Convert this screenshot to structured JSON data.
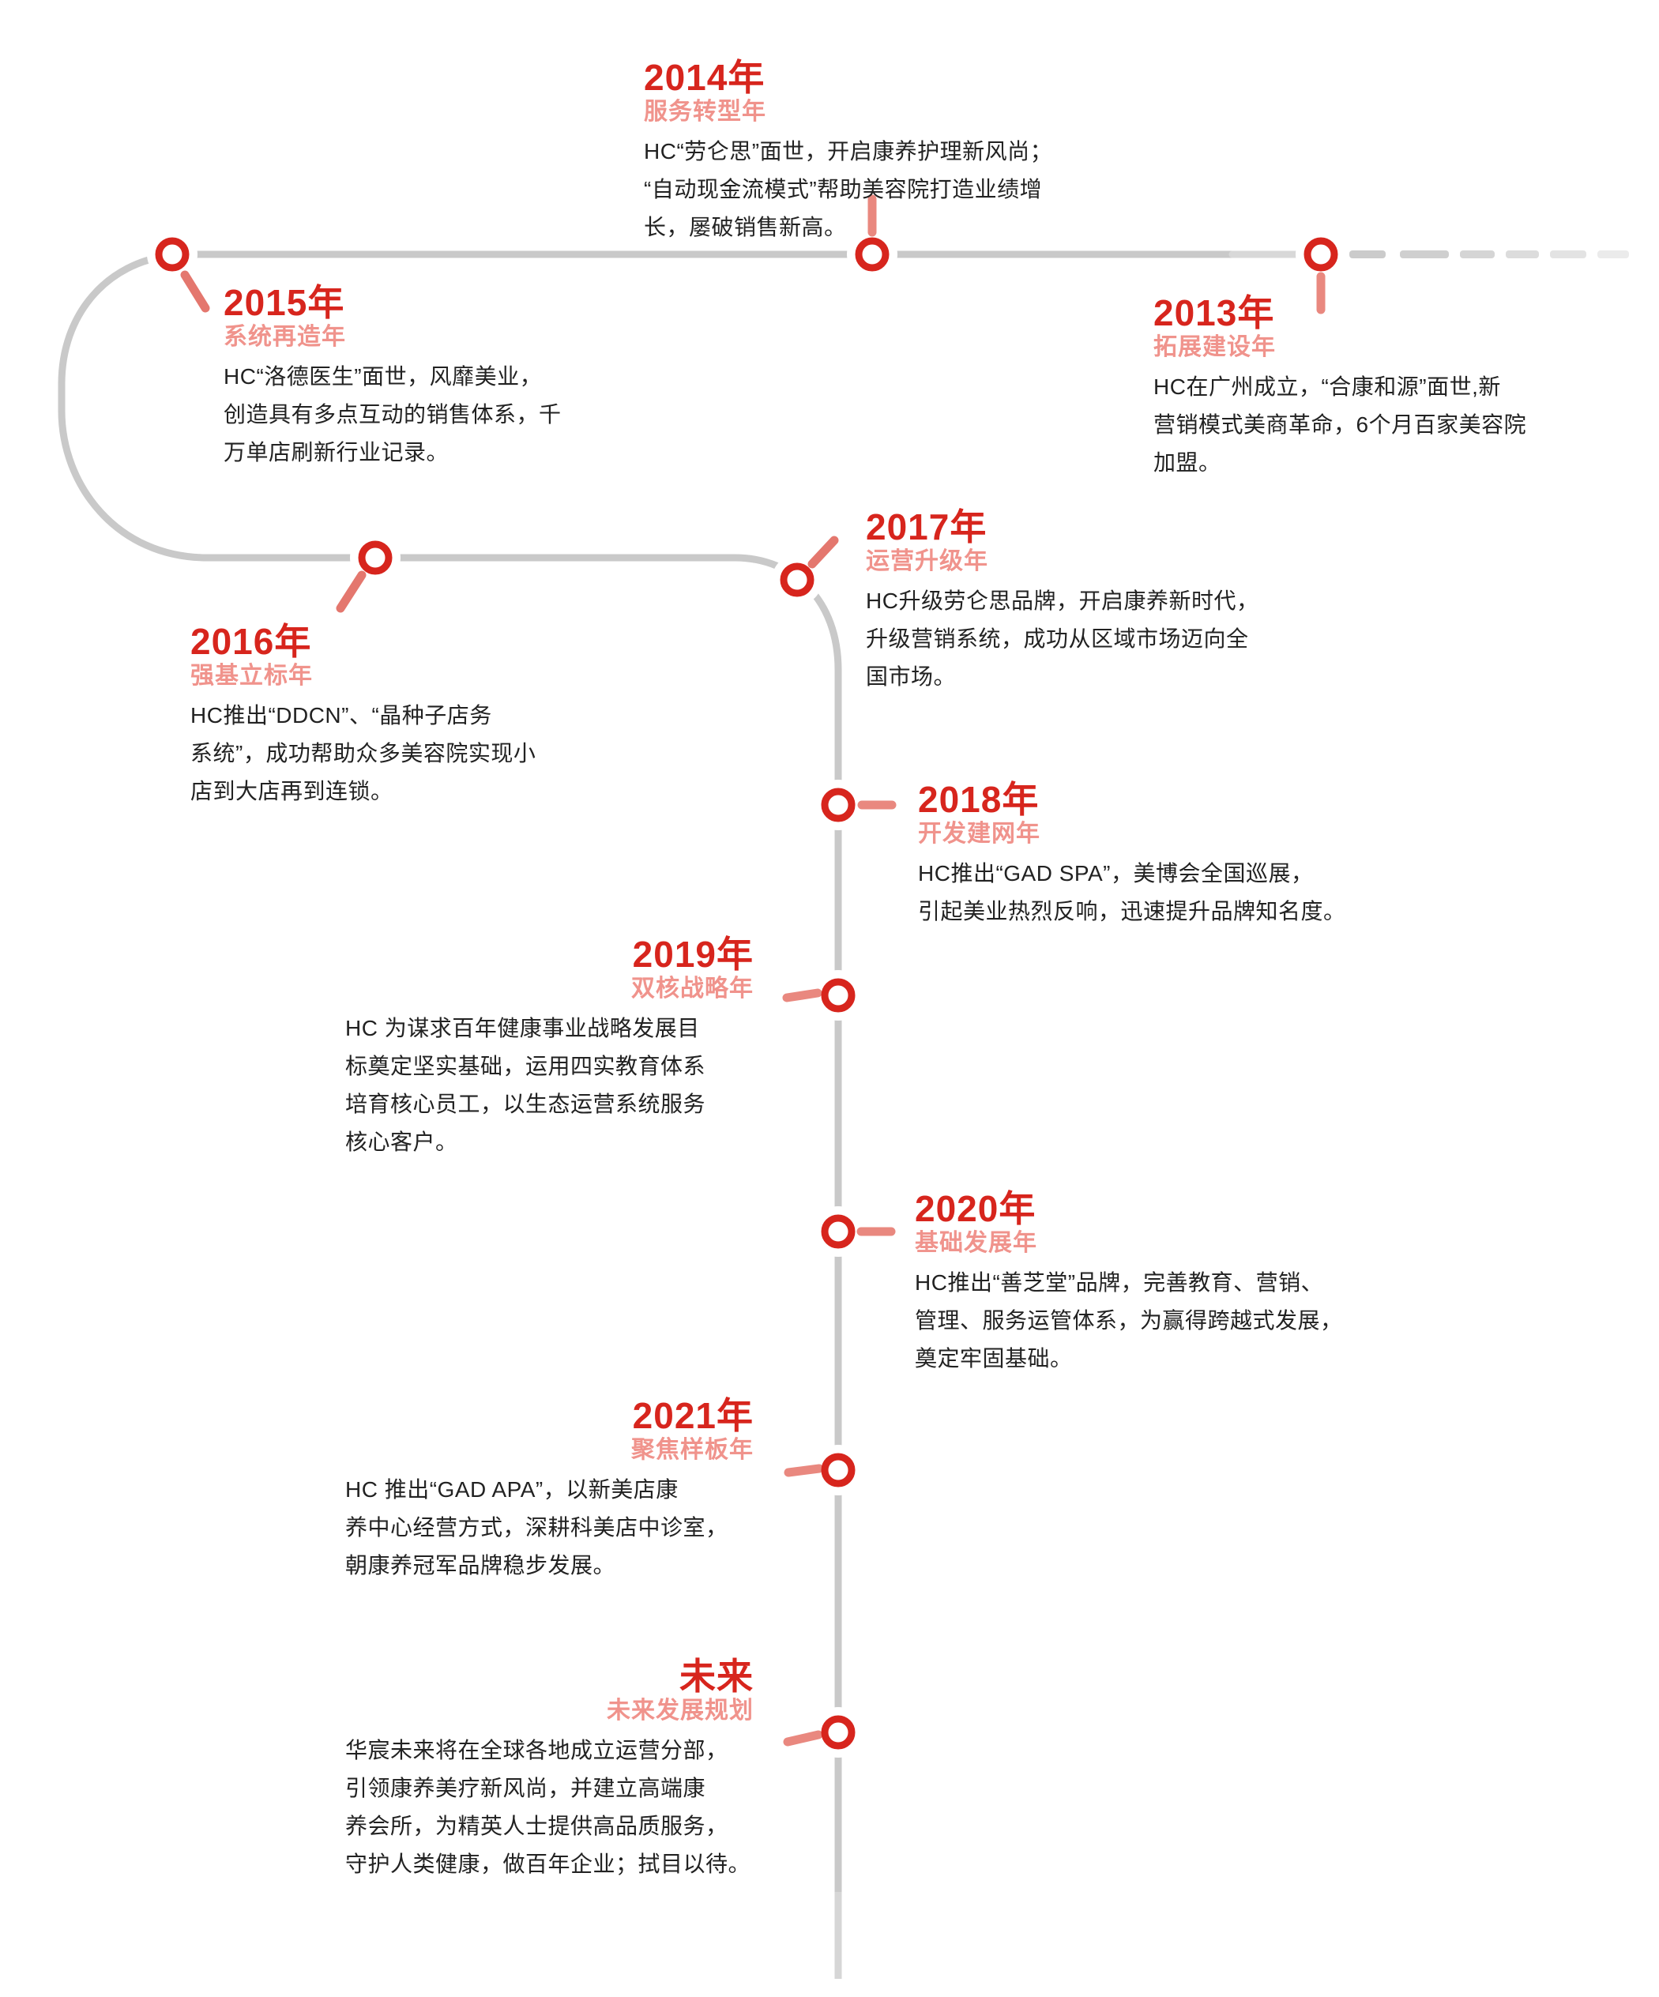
{
  "page": {
    "background": "#ffffff",
    "description_type": "company milestone timeline"
  },
  "colors": {
    "accent_red": "#d7251d",
    "subtitle_pink": "#f0938c",
    "tick_pink": "#e9887f",
    "line_gray": "#c9c9c9",
    "line_gray_light": "#d8d8d8",
    "body_text": "#222222"
  },
  "timeline": {
    "items": [
      {
        "id": "2013",
        "year": "2013年",
        "theme": "拓展建设年",
        "body_lines": {
          "0": "HC在广州成立，“合康和源”面世,新",
          "1": "营销模式美商革命，6个月百家美容院",
          "2": "加盟。"
        }
      },
      {
        "id": "2014",
        "year": "2014年",
        "theme": "服务转型年",
        "body_lines": {
          "0": "HC“劳仑思”面世，开启康养护理新风尚；",
          "1": "“自动现金流模式”帮助美容院打造业绩增",
          "2": "长，屡破销售新高。"
        }
      },
      {
        "id": "2015",
        "year": "2015年",
        "theme": "系统再造年",
        "body_lines": {
          "0": "HC“洛德医生”面世，风靡美业，",
          "1": "创造具有多点互动的销售体系，千",
          "2": "万单店刷新行业记录。"
        }
      },
      {
        "id": "2016",
        "year": "2016年",
        "theme": "强基立标年",
        "body_lines": {
          "0": "HC推出“DDCN”、“晶种子店务",
          "1": "系统”，成功帮助众多美容院实现小",
          "2": "店到大店再到连锁。"
        }
      },
      {
        "id": "2017",
        "year": "2017年",
        "theme": "运营升级年",
        "body_lines": {
          "0": "HC升级劳仑思品牌，开启康养新时代，",
          "1": "升级营销系统，成功从区域市场迈向全",
          "2": "国市场。"
        }
      },
      {
        "id": "2018",
        "year": "2018年",
        "theme": "开发建网年",
        "body_lines": {
          "0": "HC推出“GAD SPA”，美博会全国巡展，",
          "1": "引起美业热烈反响，迅速提升品牌知名度。"
        }
      },
      {
        "id": "2019",
        "year": "2019年",
        "theme": "双核战略年",
        "body_lines": {
          "0": "HC 为谋求百年健康事业战略发展目",
          "1": "标奠定坚实基础，运用四实教育体系",
          "2": "培育核心员工，以生态运营系统服务",
          "3": "核心客户。"
        }
      },
      {
        "id": "2020",
        "year": "2020年",
        "theme": "基础发展年",
        "body_lines": {
          "0": "HC推出“善芝堂”品牌，完善教育、营销、",
          "1": "管理、服务运管体系，为赢得跨越式发展，",
          "2": "奠定牢固基础。"
        }
      },
      {
        "id": "2021",
        "year": "2021年",
        "theme": "聚焦样板年",
        "body_lines": {
          "0": "HC 推出“GAD APA”，以新美店康",
          "1": "养中心经营方式，深耕科美店中诊室，",
          "2": "朝康养冠军品牌稳步发展。"
        }
      },
      {
        "id": "future",
        "year": "未来",
        "theme": "未来发展规划",
        "body_lines": {
          "0": "华宸未来将在全球各地成立运营分部，",
          "1": "引领康养美疗新风尚，并建立高端康",
          "2": "养会所，为精英人士提供高品质服务，",
          "3": "守护人类健康，做百年企业；拭目以待。"
        }
      }
    ]
  }
}
